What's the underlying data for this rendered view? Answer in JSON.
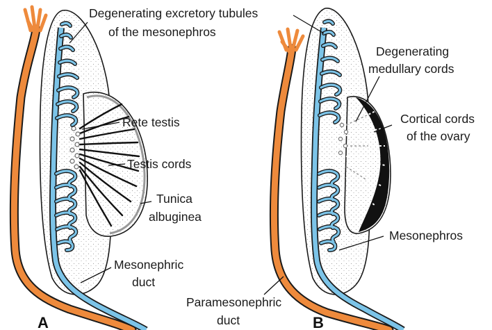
{
  "labels": {
    "degenerating_tubules_1": "Degenerating excretory tubules",
    "degenerating_tubules_2": "of the mesonephros",
    "rete_testis": "Rete testis",
    "testis_cords": "Testis cords",
    "tunica_1": "Tunica",
    "tunica_2": "albuginea",
    "mesonephric_duct_1": "Mesonephric",
    "mesonephric_duct_2": "duct",
    "paramesonephric_duct_1": "Paramesonephric",
    "paramesonephric_duct_2": "duct",
    "degenerating_medullary_1": "Degenerating",
    "degenerating_medullary_2": "medullary cords",
    "cortical_cords_1": "Cortical cords",
    "cortical_cords_2": "of the ovary",
    "mesonephros": "Mesonephros"
  },
  "panels": {
    "a": "A",
    "b": "B"
  },
  "colors": {
    "paramesonephric_duct": "#ee8a3c",
    "mesonephric_duct": "#7cc4e8",
    "outline": "#1a1a1a",
    "tissue": "#f7f7f7"
  }
}
